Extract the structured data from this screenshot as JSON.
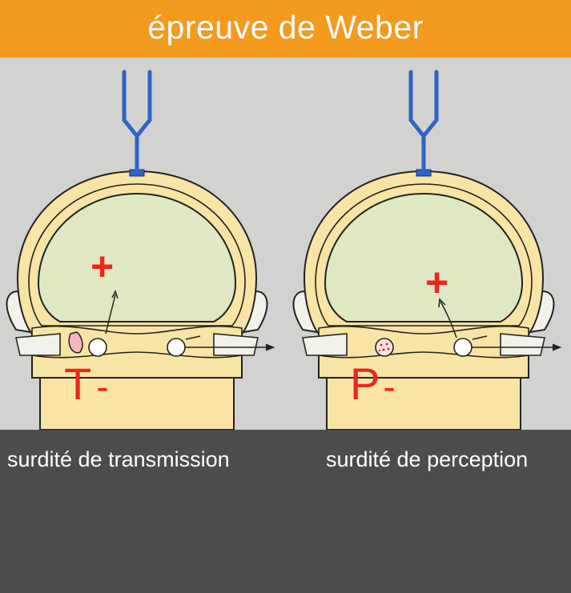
{
  "title": "épreuve de Weber",
  "colors": {
    "title_bar": "#f39a1f",
    "background": "#d2d2d0",
    "footer": "#4c4c4e",
    "skull": "#f8e4a4",
    "brain": "#dfe8c2",
    "tuning_fork": "#2f63c8",
    "marker": "#e8281e"
  },
  "panels": [
    {
      "label": "T",
      "sign": "-",
      "plus": "+",
      "caption": "surdité de transmission"
    },
    {
      "label": "P",
      "sign": "-",
      "plus": "+",
      "caption": "surdité de perception"
    }
  ]
}
